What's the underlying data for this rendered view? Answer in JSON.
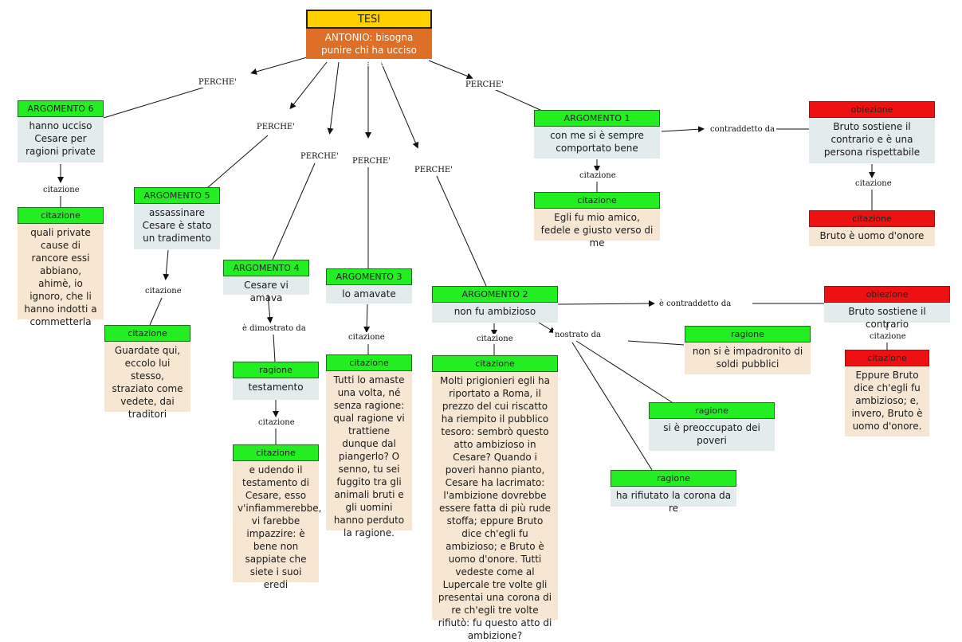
{
  "tesi": {
    "header": "TESI",
    "text": "ANTONIO: bisogna punire chi ha ucciso Cesare"
  },
  "argomenti": [
    {
      "header": "ARGOMENTO 6",
      "text": "hanno ucciso Cesare per ragioni private"
    },
    {
      "header": "ARGOMENTO 5",
      "text": "assassinare Cesare è stato un tradimento"
    },
    {
      "header": "ARGOMENTO 4",
      "text": "Cesare vi amava"
    },
    {
      "header": "ARGOMENTO 3",
      "text": "lo amavate"
    },
    {
      "header": "ARGOMENTO 2",
      "text": "non fu ambizioso"
    },
    {
      "header": "ARGOMENTO 1",
      "text": "con me si è sempre comportato bene"
    }
  ],
  "citazioni": [
    {
      "header": "citazione",
      "text": "quali private cause di rancore essi abbiano, ahimè, io ignoro, che li hanno indotti a commetterla"
    },
    {
      "header": "citazione",
      "text": "Guardate qui, eccolo lui stesso, straziato come vedete, dai traditori"
    },
    {
      "header": "citazione",
      "text": "e udendo il testamento di Cesare, esso v'infiammerebbe, vi farebbe impazzire: è bene non sappiate che siete i suoi eredi"
    },
    {
      "header": "citazione",
      "text": "Tutti lo amaste una volta, né senza ragione: qual ragione vi trattiene dunque dal piangerlo? O senno, tu sei fuggito tra gli animali bruti e gli uomini hanno perduto la ragione."
    },
    {
      "header": "citazione",
      "text": "Molti prigionieri egli ha riportato a Roma, il prezzo del cui riscatto ha riempito il pubblico tesoro: sembrò questo atto ambizioso in Cesare? Quando i poveri hanno pianto, Cesare ha lacrimato: l'ambizione dovrebbe essere fatta di più rude stoffa; eppure Bruto dice ch'egli fu ambizioso; e Bruto è uomo d'onore. Tutti vedeste come al Lupercale tre volte gli presentai una corona di re ch'egli tre volte rifiutò: fu questo atto di ambizione?"
    },
    {
      "header": "citazione",
      "text": "Egli fu mio amico, fedele e giusto verso di me"
    }
  ],
  "ragioni": [
    {
      "header": "ragione",
      "text": "testamento"
    },
    {
      "header": "ragione",
      "text": "non si è impadronito di soldi pubblici"
    },
    {
      "header": "ragione",
      "text": "si è preoccupato dei poveri"
    },
    {
      "header": "ragione",
      "text": "ha rifiutato la corona da re"
    }
  ],
  "obiezioni": [
    {
      "header": "obiezione",
      "text": "Bruto sostiene il contrario e è una persona rispettabile"
    },
    {
      "header": "obiezione",
      "text": "Bruto sostiene il contrario"
    }
  ],
  "obiezioni_citazioni": [
    {
      "header": "citazione",
      "text": "Bruto è uomo d'onore"
    },
    {
      "header": "citazione",
      "text": "Eppure Bruto dice ch'egli fu ambizioso; e, invero, Bruto è uomo d'onore."
    }
  ],
  "labels": {
    "perche": "PERCHE'",
    "citazione": "citazione",
    "contraddetto": "contraddetto da",
    "e_contraddetto": "è contraddetto da",
    "dimostrato": "è dimostrato da",
    "nostrato": "nostrato da"
  },
  "colors": {
    "yellow": "#ffd000",
    "orange": "#dd6f26",
    "green": "#22ee22",
    "red": "#ee1111",
    "blue_body": "#e2ecec",
    "beige_body": "#f7e7d2"
  }
}
